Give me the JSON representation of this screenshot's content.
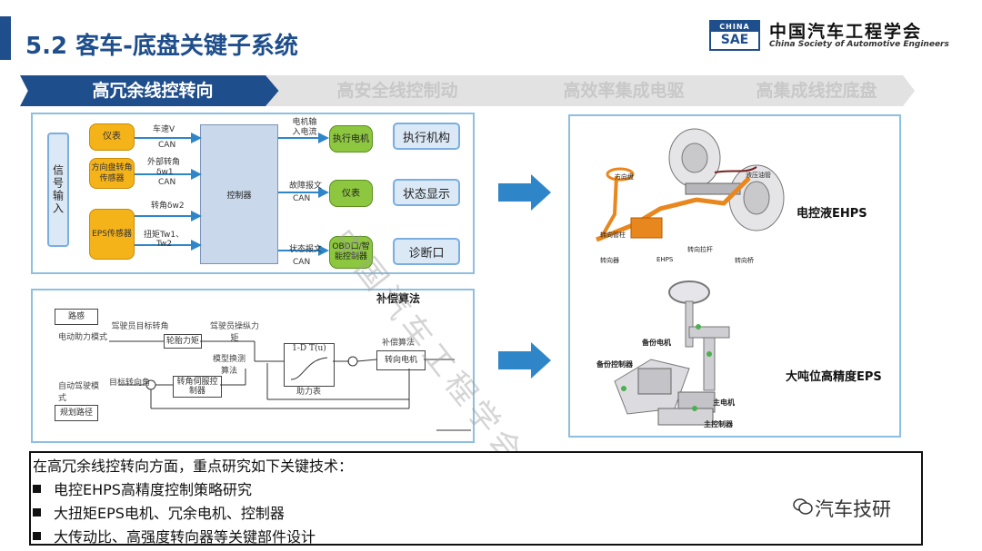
{
  "header": {
    "title": "5.2 客车-底盘关键子系统",
    "logo_top": "CHINA",
    "logo_bottom": "SAE",
    "org_cn": "中国汽车工程学会",
    "org_en": "China Society of Automotive Engineers"
  },
  "tabs": [
    {
      "label": "高冗余线控转向",
      "active": true
    },
    {
      "label": "高安全线控制动",
      "active": false
    },
    {
      "label": "高效率集成电驱",
      "active": false
    },
    {
      "label": "高集成线控底盘",
      "active": false
    }
  ],
  "block_diagram": {
    "signal_input": "信号输入",
    "sensors": [
      "仪表",
      "方向盘转角传感器",
      "EPS传感器"
    ],
    "controller": "控制器",
    "input_labels": {
      "speed": "车速V",
      "can1": "CAN",
      "ext_angle": "外部转角",
      "dw1": "δw1",
      "can2": "CAN",
      "angle2": "转角δw2",
      "torque": "扭矩Tw1、",
      "tw2": "Tw2"
    },
    "outputs": [
      "执行电机",
      "仪表",
      "OBD口/智能控制器"
    ],
    "output_labels": {
      "motor_current": "电机输入电流",
      "fault_msg": "故障报文",
      "can3": "CAN",
      "status_msg": "状态报文",
      "can4": "CAN"
    },
    "targets": [
      "执行机构",
      "状态显示",
      "诊断口"
    ]
  },
  "control_diagram": {
    "title": "补偿算法",
    "road": "路感",
    "electric_mode": "电动助力模式",
    "driver_target": "驾驶员目标转角",
    "driver_force": "驾驶员操纵力矩",
    "wheel_force": "轮胎力矩",
    "mode_switch": "模型换测算法",
    "curve": "1-D T(u)",
    "assist_table": "助力表",
    "comp_alg": "补偿算法",
    "steer_motor": "转向电机",
    "auto_mode": "自动驾驶模式",
    "target_angle": "目标转向角",
    "servo_ctrl": "转角伺服控制器",
    "plan_path": "规划路径"
  },
  "right_panel": {
    "label_ehps": "电控液EHPS",
    "label_eps": "大吨位高精度EPS",
    "ehps_parts": [
      "方向盘",
      "液压油管",
      "转向管柱",
      "转向器",
      "EHPS",
      "转向拉杆",
      "转向桥"
    ],
    "eps_parts": [
      "备份电机",
      "备份控制器",
      "主电机",
      "主控制器"
    ]
  },
  "bottom": {
    "intro": "在高冗余线控转向方面，重点研究如下关键技术：",
    "bullets": [
      "电控EHPS高精度控制策略研究",
      "大扭矩EPS电机、冗余电机、控制器",
      "大传动比、高强度转向器等关键部件设计"
    ],
    "wechat": "汽车技研"
  },
  "watermark": "中国汽车工程学会",
  "colors": {
    "brand": "#1f4e8c",
    "sensor": "#f5b31a",
    "output": "#8dc63f",
    "target": "#dbe8f6",
    "panel_border": "#8fbfe0",
    "arrow": "#2e86c9",
    "vehicle_part": "#e8871e"
  }
}
